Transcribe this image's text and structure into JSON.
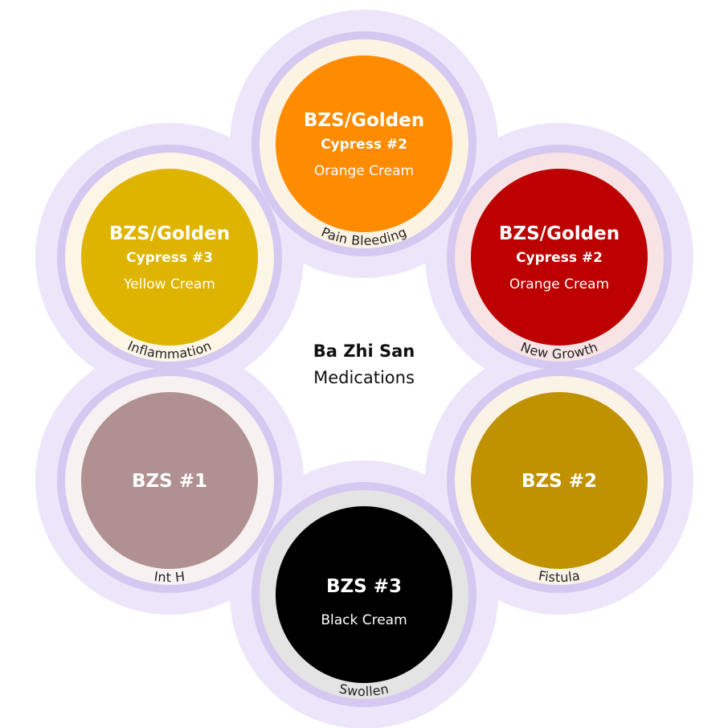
{
  "center": {
    "title": "Ba Zhi San",
    "subtitle": "Medications"
  },
  "colors": {
    "outer_halo": "#ede6fb",
    "ring": "#d5c8f1",
    "text": "#ffffff"
  },
  "nodes": [
    {
      "id": "pain-bleeding",
      "line1": "BZS/Golden",
      "line2": "Cypress #2",
      "line3": "Orange Cream",
      "label": "Pain Bleeding",
      "fill": "#ff8c00",
      "inner_bg": "#fdf3e3"
    },
    {
      "id": "new-growth",
      "line1": "BZS/Golden",
      "line2": "Cypress #2",
      "line3": "Orange Cream",
      "label": "New Growth",
      "fill": "#bd0000",
      "inner_bg": "#f8e4e4"
    },
    {
      "id": "fistula",
      "line1": "BZS #2",
      "line2": "",
      "line3": "",
      "label": "Fistula",
      "fill": "#c09200",
      "inner_bg": "#fbf4e6"
    },
    {
      "id": "swollen",
      "line1": "BZS #3",
      "line2": "",
      "line3": "Black Cream",
      "label": "Swollen",
      "fill": "#000000",
      "inner_bg": "#e4e4e4"
    },
    {
      "id": "int-h",
      "line1": "BZS #1",
      "line2": "",
      "line3": "",
      "label": "Int H",
      "fill": "#b09090",
      "inner_bg": "#f7f1f2"
    },
    {
      "id": "inflammation",
      "line1": "BZS/Golden",
      "line2": "Cypress #3",
      "line3": "Yellow Cream",
      "label": "Inflammation",
      "fill": "#dfb400",
      "inner_bg": "#fdf5e6"
    }
  ]
}
